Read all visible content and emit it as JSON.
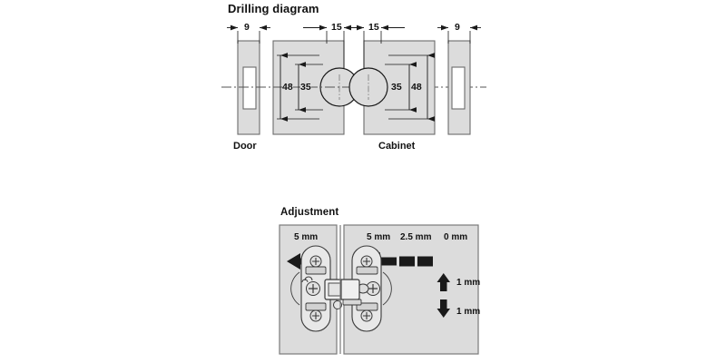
{
  "drilling": {
    "title": "Drilling diagram",
    "door_label": "Door",
    "cabinet_label": "Cabinet",
    "dimensions": {
      "door_thickness": "9",
      "door_offset": "15",
      "cabinet_offset": "15",
      "cabinet_thickness": "9",
      "door_outer_vertical": "48",
      "door_inner_vertical": "35",
      "cabinet_inner_vertical": "35",
      "cabinet_outer_vertical": "48"
    }
  },
  "adjustment": {
    "title": "Adjustment",
    "left_depth": "5 mm",
    "side_5": "5 mm",
    "side_25": "2.5 mm",
    "side_0": "0 mm",
    "height_up": "1 mm",
    "height_down": "1 mm"
  },
  "colors": {
    "panel_fill": "#dcdcdc",
    "panel_stroke": "#6b6b6b",
    "line": "#1a1a1a",
    "hinge_fill": "#e4e4e4",
    "text": "#111111"
  }
}
